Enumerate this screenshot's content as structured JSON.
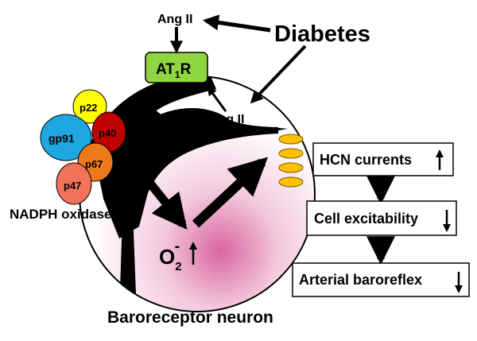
{
  "labels": {
    "ang_ii_top": "Ang II",
    "diabetes": "Diabetes",
    "receptor_main": "AT",
    "receptor_sub": "1",
    "receptor_tail": "R",
    "ang_ii_membrane": "Ang II",
    "p22": "p22",
    "p40": "p40",
    "gp91": "gp91",
    "p67": "p67",
    "p47": "p47",
    "nadph_oxidase": "NADPH oxidase",
    "superoxide_main": "O",
    "superoxide_sub": "2",
    "superoxide_sup": "-",
    "neuron": "Baroreceptor neuron"
  },
  "boxes": {
    "hcn": "HCN currents",
    "excitability": "Cell excitability",
    "baroreflex": "Arterial baroreflex"
  },
  "colors": {
    "receptor_fill": "#8fd641",
    "p22": "#ffff00",
    "p40": "#c00000",
    "gp91": "#1ea7e1",
    "p67": "#ec7a1d",
    "p47": "#f2725a",
    "channel": "#ffc000",
    "cell_glow": "#d9659f"
  }
}
